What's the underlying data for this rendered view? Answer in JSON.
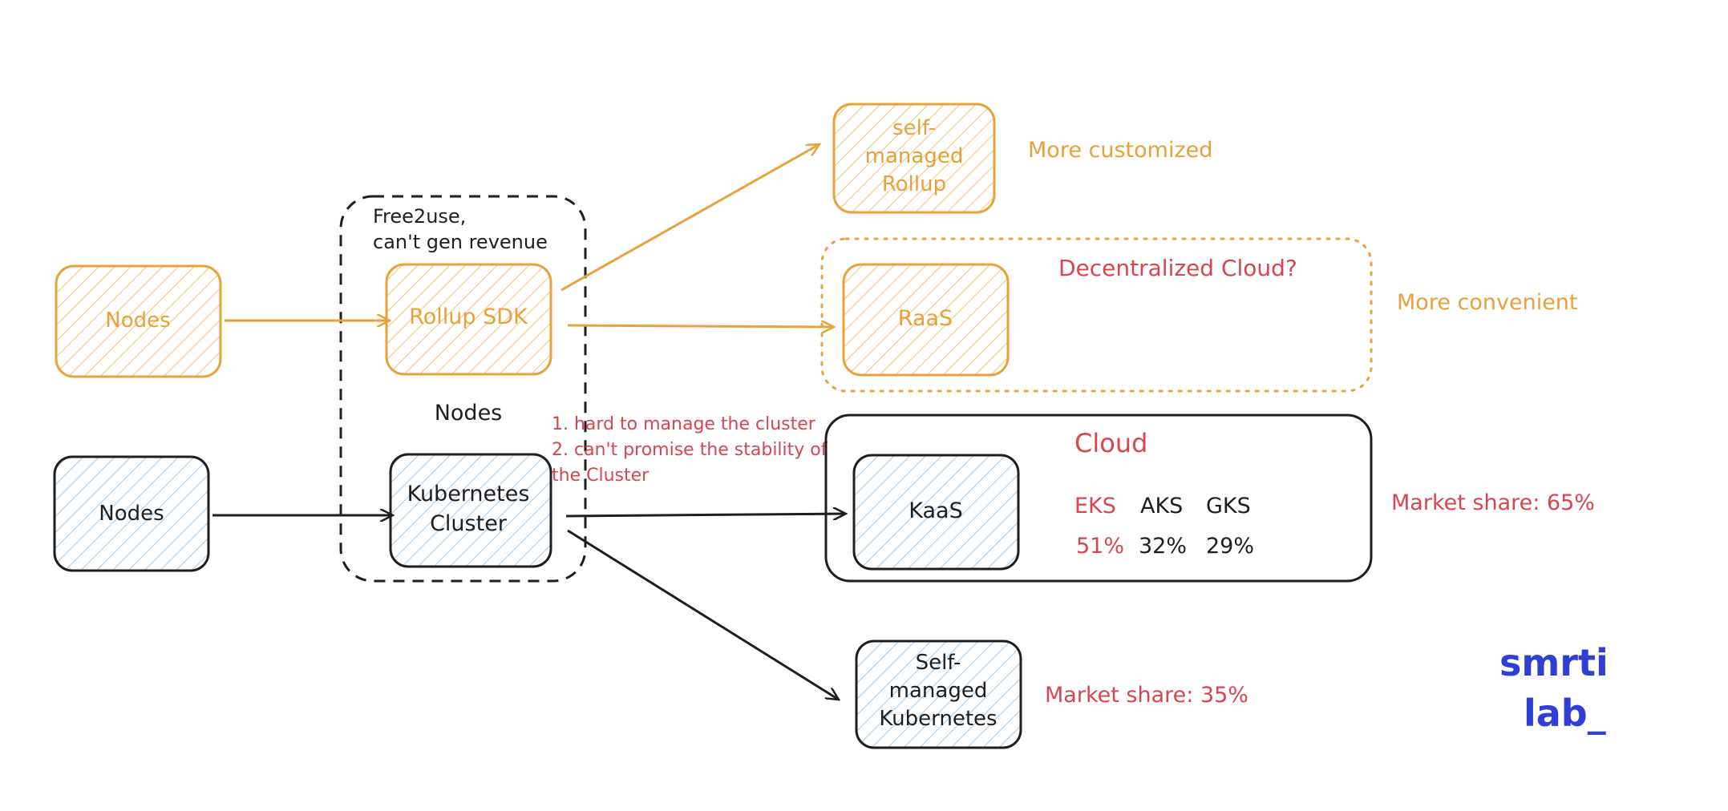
{
  "colors": {
    "orange": "#e8a23a",
    "orange_text": "#e6a13b",
    "orange_fill": "#fbe6c2",
    "blue_fill": "#cfe4f7",
    "red": "#d9454c",
    "black": "#1e1e1e",
    "brand_blue": "#2d3fd6"
  },
  "rollup_row": {
    "nodes": "Nodes",
    "rollup_sdk": "Rollup SDK",
    "self_managed_rollup": [
      "self-",
      "managed",
      "Rollup"
    ],
    "more_customized": "More customized",
    "raas": "RaaS",
    "decentralized_cloud": "Decentralized Cloud?",
    "more_convenient": "More convenient"
  },
  "middle_group": {
    "free2use": [
      "Free2use,",
      "can't gen revenue"
    ],
    "nodes_label": "Nodes"
  },
  "k8s_row": {
    "nodes": "Nodes",
    "kubernetes_cluster": [
      "Kubernetes",
      "Cluster"
    ],
    "issues": [
      "1. hard to manage the cluster",
      "2. can't promise the stability of",
      "the Cluster"
    ],
    "cloud_title": "Cloud",
    "kaas": "KaaS",
    "providers": [
      "EKS",
      "AKS",
      "GKS"
    ],
    "provider_shares": [
      "51%",
      "32%",
      "29%"
    ],
    "cloud_market_share": "Market share: 65%",
    "self_managed_k8s": [
      "Self-",
      "managed",
      "Kubernetes"
    ],
    "self_market_share": "Market share: 35%"
  },
  "brand": [
    "smrti",
    "lab_"
  ]
}
